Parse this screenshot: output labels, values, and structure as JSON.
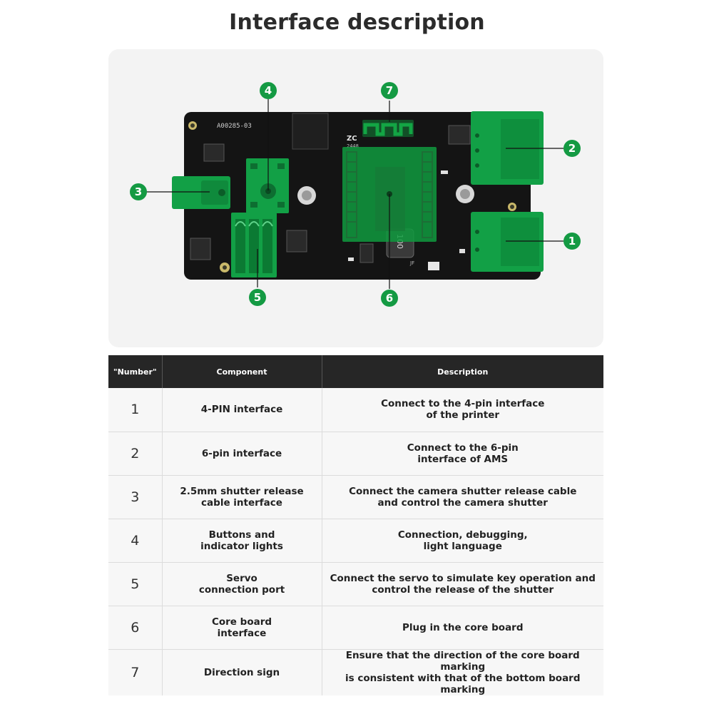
{
  "header": {
    "title": "Interface description"
  },
  "board": {
    "silk_label": "A00285-03",
    "chip_label": "ZC",
    "chip_code": "2448",
    "inductor_label": "100",
    "jf_label": "JF",
    "markers": [
      "1",
      "2",
      "3",
      "4",
      "5",
      "6",
      "7"
    ],
    "colors": {
      "pcb": "#141414",
      "highlight": "#0f9a3e",
      "marker": "#149a43",
      "panel": "#f3f3f3"
    }
  },
  "table": {
    "headers": [
      "\"Number\"",
      "Component",
      "Description"
    ],
    "rows": [
      {
        "number": "1",
        "component": "4-PIN interface",
        "description": "Connect to the 4-pin interface\nof the printer"
      },
      {
        "number": "2",
        "component": "6-pin interface",
        "description": "Connect to the 6-pin\ninterface of AMS"
      },
      {
        "number": "3",
        "component": "2.5mm shutter release\ncable interface",
        "description": "Connect the camera shutter release cable\nand control the camera shutter"
      },
      {
        "number": "4",
        "component": "Buttons and\nindicator lights",
        "description": "Connection, debugging,\nlight language"
      },
      {
        "number": "5",
        "component": "Servo\nconnection port",
        "description": "Connect the servo to simulate key operation and\ncontrol the release of the shutter"
      },
      {
        "number": "6",
        "component": "Core board\ninterface",
        "description": "Plug in the core board"
      },
      {
        "number": "7",
        "component": "Direction sign",
        "description": "Ensure that the direction of the core board marking\nis consistent with that of the bottom board marking"
      }
    ]
  }
}
